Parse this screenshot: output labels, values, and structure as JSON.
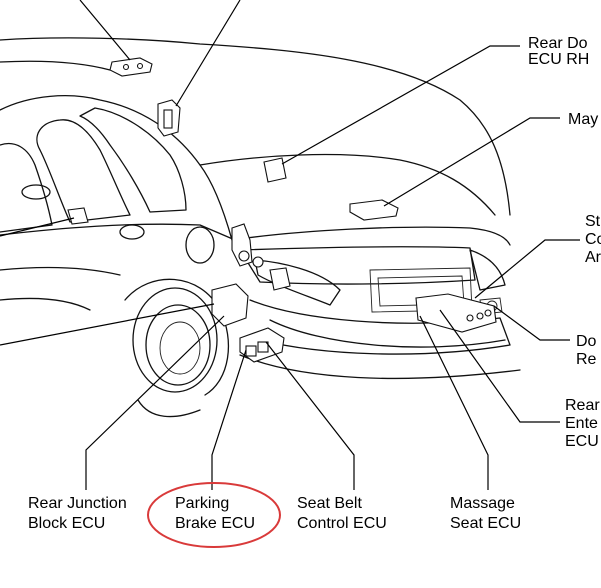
{
  "labels": {
    "rear_door_ecu_rh": [
      "Rear Do",
      "ECU RH"
    ],
    "may": [
      "May"
    ],
    "st": [
      "St",
      "Co",
      "Ar"
    ],
    "door": [
      "Do",
      "Re"
    ],
    "rear_ent": [
      "Rear",
      "Ente",
      "ECU"
    ],
    "rear_junction": [
      "Rear Junction",
      "Block ECU"
    ],
    "parking_brake": [
      "Parking",
      "Brake ECU"
    ],
    "seat_belt": [
      "Seat Belt",
      "Control ECU"
    ],
    "massage_seat": [
      "Massage",
      "Seat ECU"
    ]
  },
  "colors": {
    "highlight": "#d93a3a",
    "line": "#000000"
  }
}
